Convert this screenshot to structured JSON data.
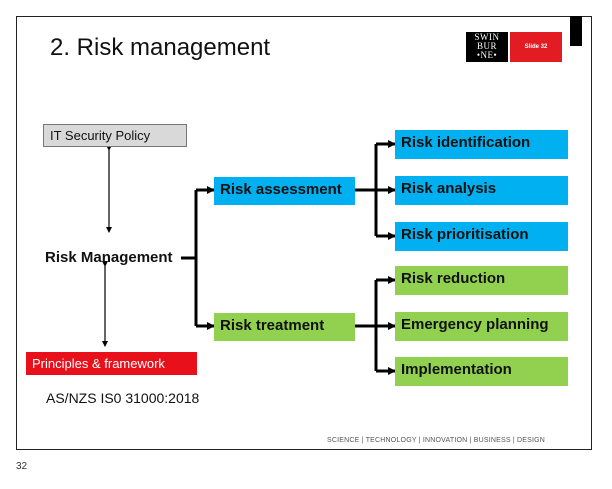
{
  "slide": {
    "title": "2. Risk management",
    "logo": {
      "lines": [
        "SWIN",
        "BUR",
        "•NE•"
      ]
    },
    "slide_badge": "Slide 32",
    "footer": "SCIENCE  |  TECHNOLOGY  |  INNOVATION  |  BUSINESS  |  DESIGN",
    "page_number": "32"
  },
  "diagram": {
    "it_security_policy": "IT Security Policy",
    "risk_management": "Risk Management",
    "principles_framework": "Principles & framework",
    "standard": "AS/NZS IS0 31000:2018",
    "risk_assessment": "Risk assessment",
    "risk_treatment": "Risk treatment",
    "assessment_steps": [
      "Risk identification",
      "Risk analysis",
      "Risk prioritisation"
    ],
    "treatment_steps": [
      "Risk reduction",
      "Emergency planning",
      "Implementation"
    ]
  },
  "colors": {
    "assessment": "#00b0f0",
    "treatment": "#92d050",
    "framework": "#e8111b",
    "policy": "#d9d9d9"
  }
}
